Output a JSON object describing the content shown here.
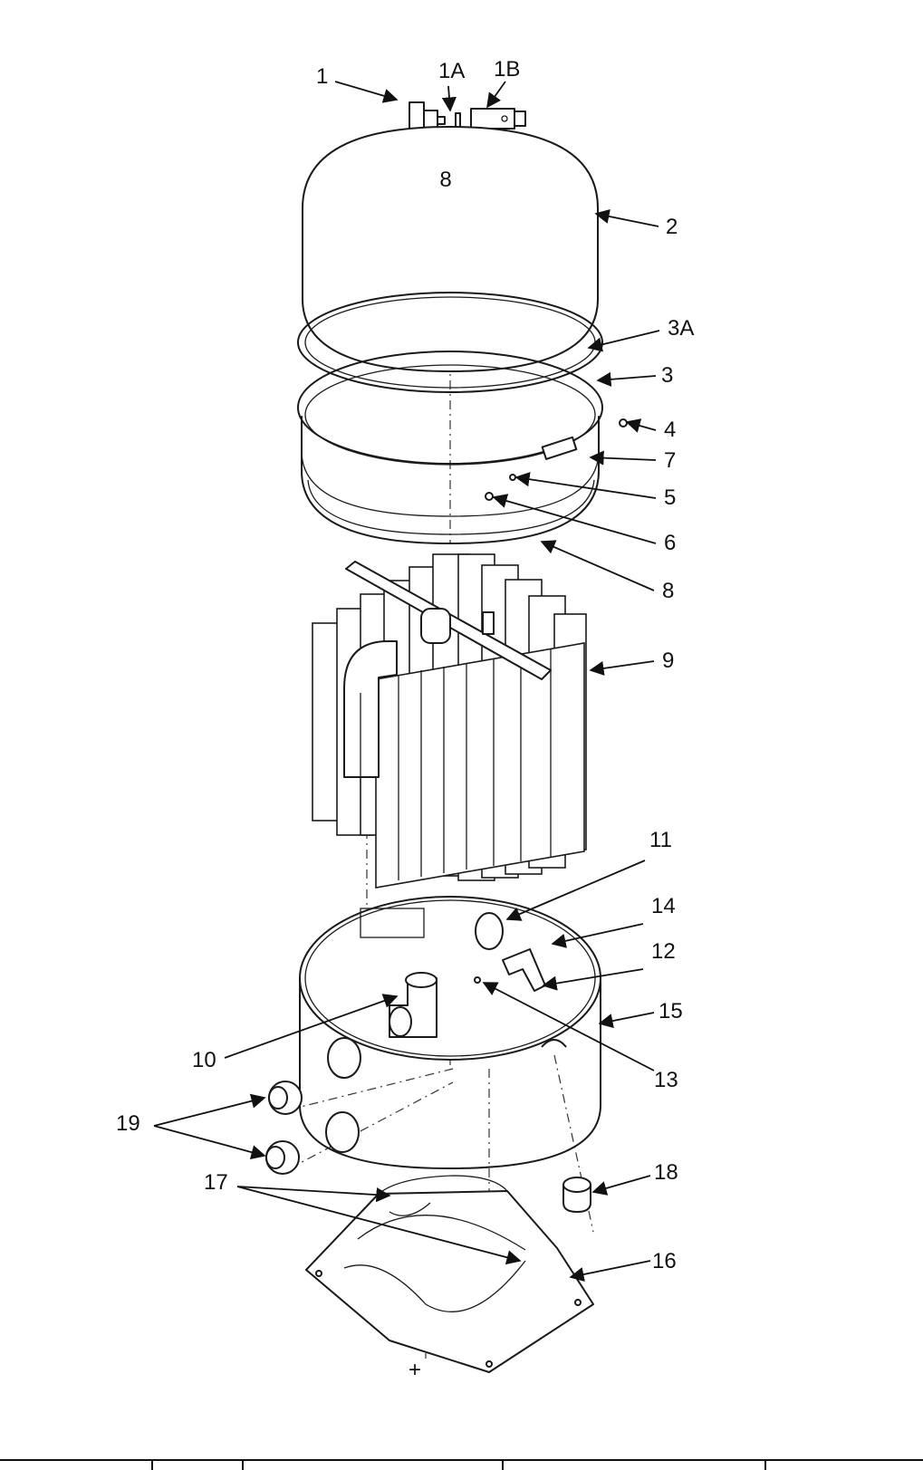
{
  "callouts": {
    "c1": "1",
    "c1a": "1A",
    "c1b": "1B",
    "c2": "2",
    "c3a": "3A",
    "c3": "3",
    "c4": "4",
    "c7": "7",
    "c5": "5",
    "c6": "6",
    "c8": "8",
    "c9": "9",
    "c11": "11",
    "c14": "14",
    "c12": "12",
    "c15": "15",
    "c10": "10",
    "c13": "13",
    "c19": "19",
    "c18": "18",
    "c17": "17",
    "c16": "16"
  },
  "lid_mark": "8",
  "icons": [
    "exploded-view-line-art"
  ],
  "colors": {
    "ink": "#1a1a1a",
    "paper": "#ffffff"
  }
}
